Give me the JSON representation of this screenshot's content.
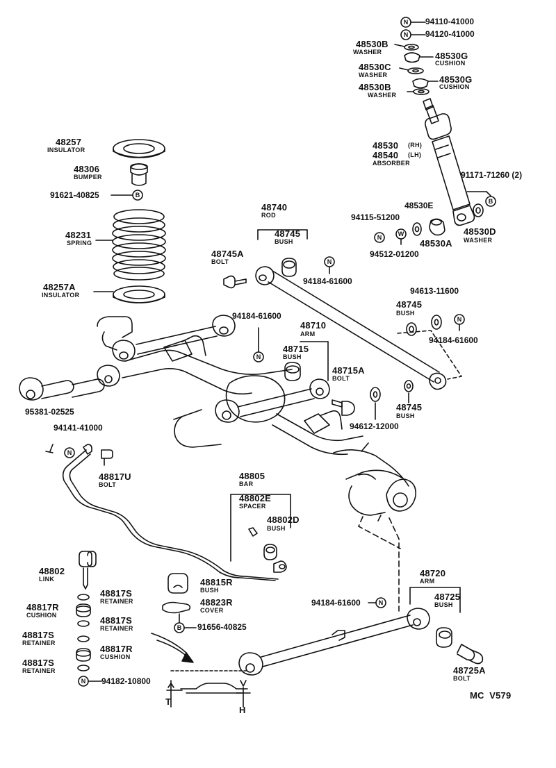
{
  "parts": {
    "n_94110": "94110-41000",
    "n_94120": "94120-41000",
    "p_48530B_1": "48530B",
    "p_48530B_1_n": "WASHER",
    "p_48530G_1": "48530G",
    "p_48530G_1_n": "CUSHION",
    "p_48530C": "48530C",
    "p_48530C_n": "WASHER",
    "p_48530G_2": "48530G",
    "p_48530G_2_n": "CUSHION",
    "p_48530B_2": "48530B",
    "p_48530B_2_n": "WASHER",
    "p_48257": "48257",
    "p_48257_n": "INSULATOR",
    "p_48306": "48306",
    "p_48306_n": "BUMPER",
    "p_91621": "91621-40825",
    "p_48231": "48231",
    "p_48231_n": "SPRING",
    "p_48257A": "48257A",
    "p_48257A_n": "INSULATOR",
    "p_48530": "48530",
    "p_48530_side": "(RH)",
    "p_48540": "48540",
    "p_48540_side": "(LH)",
    "p_absorber_n": "ABSORBER",
    "p_91171": "91171-71260 (2)",
    "p_48530E": "48530E",
    "p_94115": "94115-51200",
    "p_94512": "94512-01200",
    "p_48530A": "48530A",
    "p_48530D": "48530D",
    "p_48530D_n": "WASHER",
    "p_48740": "48740",
    "p_48740_n": "ROD",
    "p_48745_a": "48745",
    "p_48745_a_n": "BUSH",
    "p_48745A": "48745A",
    "p_48745A_n": "BOLT",
    "p_94184_a": "94184-61600",
    "p_94613": "94613-11600",
    "p_48745_b": "48745",
    "p_48745_b_n": "BUSH",
    "p_94184_b": "94184-61600",
    "p_94184_c": "94184-61600",
    "p_48710": "48710",
    "p_48710_n": "ARM",
    "p_48715": "48715",
    "p_48715_n": "BUSH",
    "p_48715A": "48715A",
    "p_48715A_n": "BOLT",
    "p_48745_c": "48745",
    "p_48745_c_n": "BUSH",
    "p_94612": "94612-12000",
    "p_95381": "95381-02525",
    "p_94141": "94141-41000",
    "p_48817U": "48817U",
    "p_48817U_n": "BOLT",
    "p_48805": "48805",
    "p_48805_n": "BAR",
    "p_48802E": "48802E",
    "p_48802E_n": "SPACER",
    "p_48802D": "48802D",
    "p_48802D_n": "BUSH",
    "p_48802": "48802",
    "p_48802_n": "LINK",
    "p_48817S_a": "48817S",
    "p_48817S_a_n": "RETAINER",
    "p_48817R_a": "48817R",
    "p_48817R_a_n": "CUSHION",
    "p_48817S_b": "48817S",
    "p_48817S_b_n": "RETAINER",
    "p_48817S_c": "48817S",
    "p_48817S_c_n": "RETAINER",
    "p_48817R_b": "48817R",
    "p_48817R_b_n": "CUSHION",
    "p_48817S_d": "48817S",
    "p_48817S_d_n": "RETAINER",
    "p_94182": "94182-10800",
    "p_48815R": "48815R",
    "p_48815R_n": "BUSH",
    "p_48823R": "48823R",
    "p_48823R_n": "COVER",
    "p_91656": "91656-40825",
    "p_94184_d": "94184-61600",
    "p_48720": "48720",
    "p_48720_n": "ARM",
    "p_48725": "48725",
    "p_48725_n": "BUSH",
    "p_48725A": "48725A",
    "p_48725A_n": "BOLT",
    "dim_T": "T",
    "dim_H": "H",
    "footer_code": "MC  V579"
  },
  "symbols": {
    "n": "N",
    "b": "B",
    "w": "W"
  }
}
